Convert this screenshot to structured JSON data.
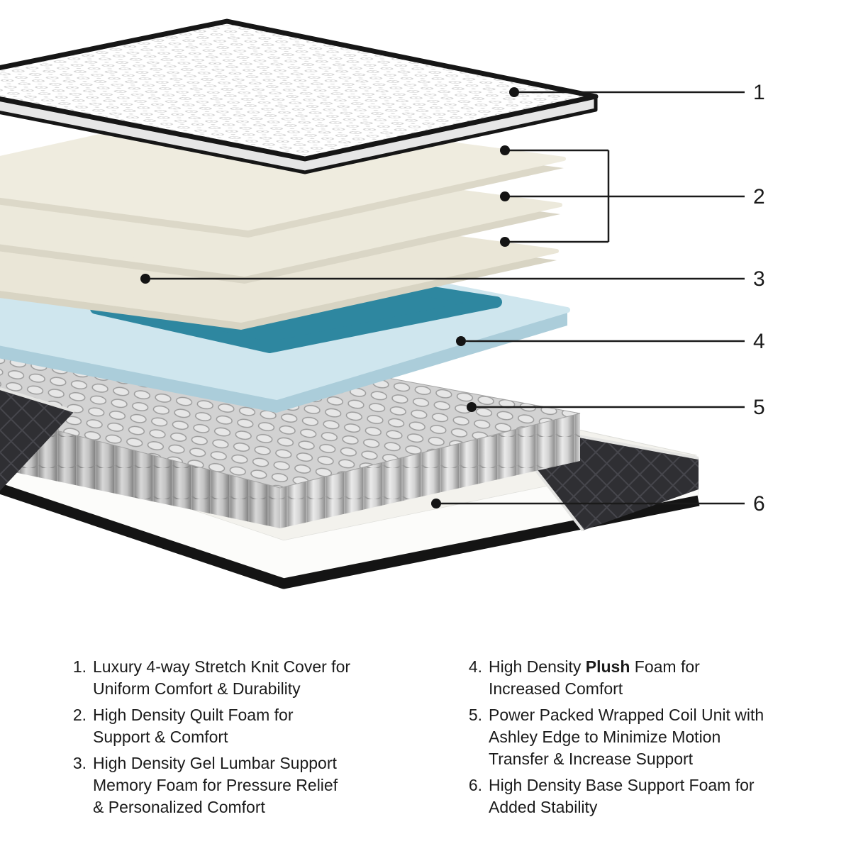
{
  "figure": {
    "callout_numbers": [
      "1",
      "2",
      "3",
      "4",
      "5",
      "6"
    ],
    "colors": {
      "cover": "#ffffff",
      "cover_piping": "#161616",
      "quilt_foam": "#ece9db",
      "gel_lumbar": "#2e87a0",
      "plush_foam": "#cfe6ee",
      "coil_unit": "#c9c9c9",
      "base_foam": "#f3f2ed",
      "border_panel": "#2f2f33",
      "callout": "#1a1a1a"
    }
  },
  "legend": {
    "left": [
      {
        "num": "1.",
        "lines": [
          "Luxury 4-way Stretch Knit Cover for",
          "Uniform Comfort & Durability"
        ]
      },
      {
        "num": "2.",
        "lines": [
          "High Density Quilt Foam for",
          "Support & Comfort"
        ]
      },
      {
        "num": "3.",
        "lines": [
          "High Density Gel Lumbar Support",
          "Memory Foam for Pressure Relief",
          "& Personalized Comfort"
        ]
      }
    ],
    "right": [
      {
        "num": "4.",
        "line1_pre": "High Density ",
        "line1_bold": "Plush",
        "line1_post": " Foam for",
        "line2": "Increased Comfort"
      },
      {
        "num": "5.",
        "lines": [
          "Power Packed Wrapped Coil Unit with",
          "Ashley Edge to Minimize Motion",
          "Transfer & Increase Support"
        ]
      },
      {
        "num": "6.",
        "lines": [
          "High Density Base Support Foam for",
          "Added Stability"
        ]
      }
    ]
  }
}
